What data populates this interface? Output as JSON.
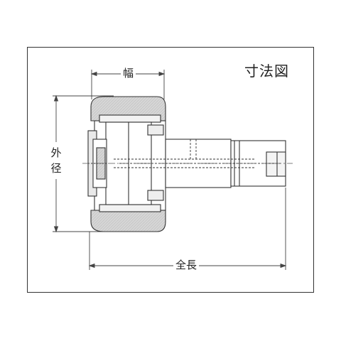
{
  "diagram": {
    "title": "寸法図",
    "labels": {
      "width": "幅",
      "outer_diameter": "外径",
      "overall_length": "全長"
    }
  }
}
